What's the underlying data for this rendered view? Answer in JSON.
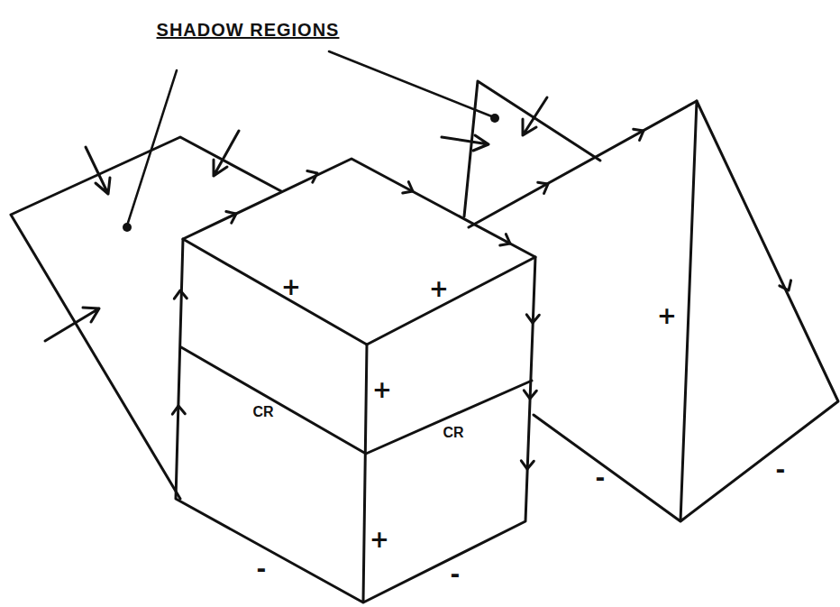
{
  "diagram": {
    "labels": [
      "SHADOW REGIONS",
      "+",
      "+",
      "+",
      "+",
      "+",
      "CR",
      "CR",
      "-",
      "-",
      "-",
      "-"
    ]
  }
}
